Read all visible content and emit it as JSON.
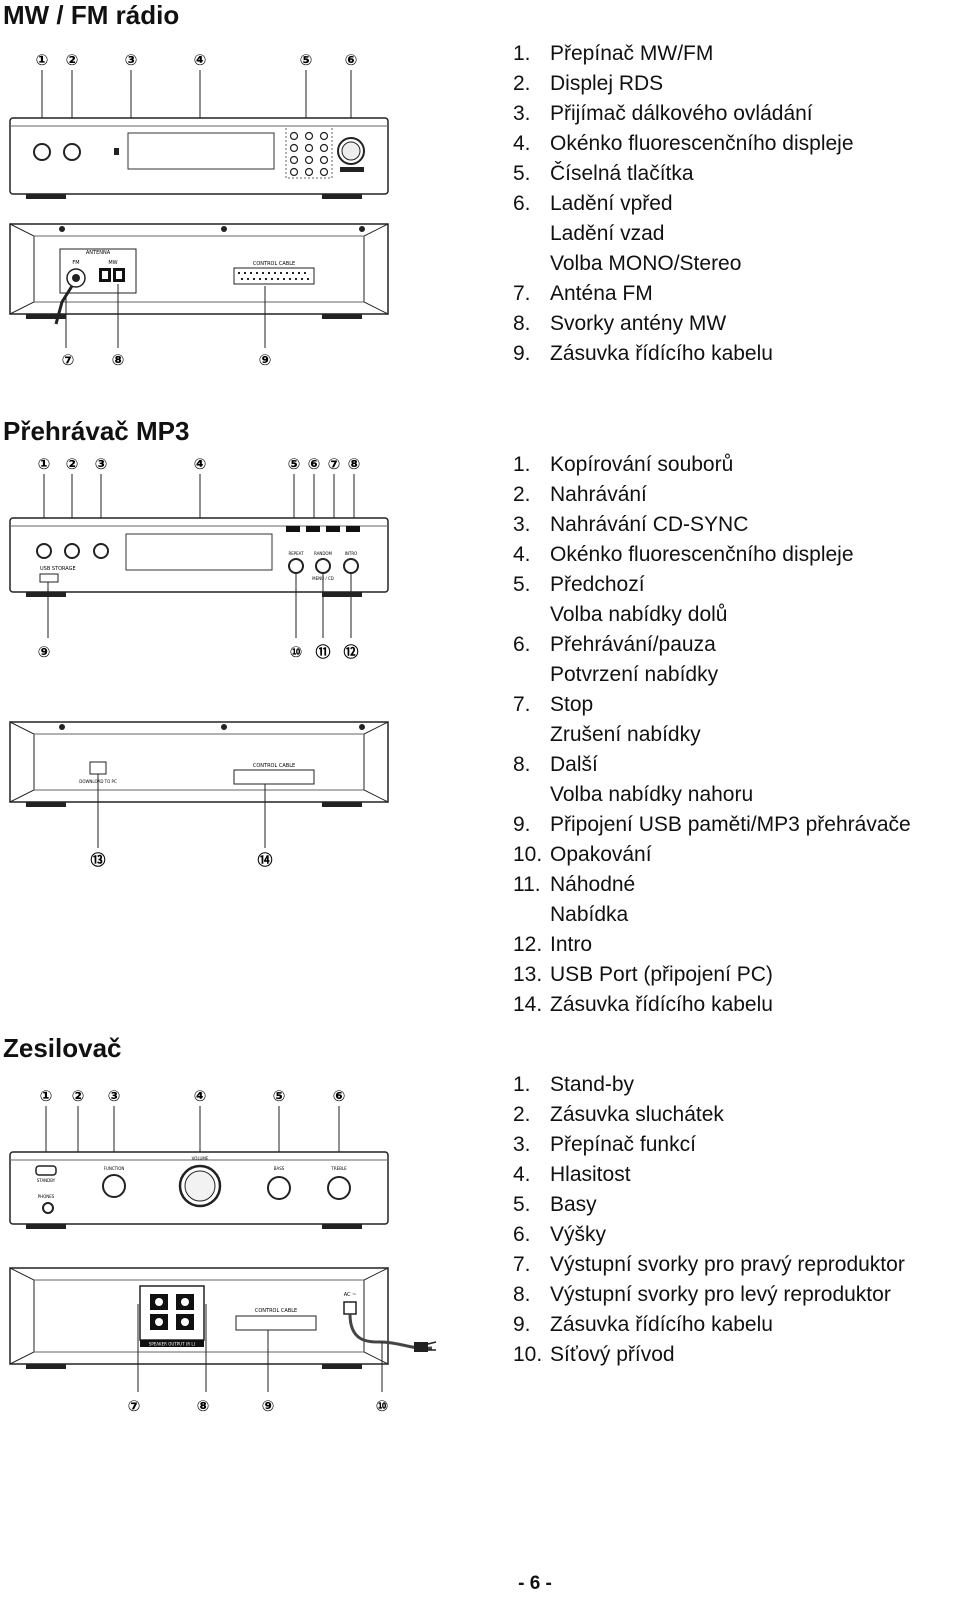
{
  "sections": [
    {
      "title": "MW / FM rádio",
      "items": [
        {
          "n": "1.",
          "t": "Přepínač MW/FM"
        },
        {
          "n": "2.",
          "t": "Displej RDS"
        },
        {
          "n": "3.",
          "t": "Přijímač dálkového ovládání"
        },
        {
          "n": "4.",
          "t": "Okénko fluorescenčního displeje"
        },
        {
          "n": "5.",
          "t": "Číselná tlačítka"
        },
        {
          "n": "6.",
          "t": "Ladění vpřed"
        },
        {
          "n": "",
          "t": "Ladění vzad"
        },
        {
          "n": "",
          "t": "Volba MONO/Stereo"
        },
        {
          "n": "7.",
          "t": "Anténa FM"
        },
        {
          "n": "8.",
          "t": "Svorky antény MW"
        },
        {
          "n": "9.",
          "t": "Zásuvka řídícího kabelu"
        }
      ]
    },
    {
      "title": "Přehrávač MP3",
      "items": [
        {
          "n": "1.",
          "t": "Kopírování souborů"
        },
        {
          "n": "2.",
          "t": "Nahrávání"
        },
        {
          "n": "3.",
          "t": "Nahrávání CD-SYNC"
        },
        {
          "n": "4.",
          "t": "Okénko fluorescenčního displeje"
        },
        {
          "n": "5.",
          "t": "Předchozí"
        },
        {
          "n": "",
          "t": "Volba nabídky dolů"
        },
        {
          "n": "6.",
          "t": "Přehrávání/pauza"
        },
        {
          "n": "",
          "t": "Potvrzení nabídky"
        },
        {
          "n": "7.",
          "t": "Stop"
        },
        {
          "n": "",
          "t": "Zrušení nabídky"
        },
        {
          "n": "8.",
          "t": "Další"
        },
        {
          "n": "",
          "t": "Volba nabídky nahoru"
        },
        {
          "n": "9.",
          "t": "Připojení USB paměti/MP3 přehrávače"
        },
        {
          "n": "10.",
          "t": "Opakování"
        },
        {
          "n": "11.",
          "t": "Náhodné"
        },
        {
          "n": "",
          "t": "Nabídka"
        },
        {
          "n": "12.",
          "t": "Intro"
        },
        {
          "n": "13.",
          "t": "USB Port (připojení PC)"
        },
        {
          "n": "14.",
          "t": "Zásuvka řídícího kabelu"
        }
      ]
    },
    {
      "title": "Zesilovač",
      "items": [
        {
          "n": "1.",
          "t": "Stand-by"
        },
        {
          "n": "2.",
          "t": "Zásuvka sluchátek"
        },
        {
          "n": "3.",
          "t": "Přepínač funkcí"
        },
        {
          "n": "4.",
          "t": "Hlasitost"
        },
        {
          "n": "5.",
          "t": "Basy"
        },
        {
          "n": "6.",
          "t": "Výšky"
        },
        {
          "n": "7.",
          "t": "Výstupní svorky pro pravý reproduktor"
        },
        {
          "n": "8.",
          "t": "Výstupní svorky pro levý reproduktor"
        },
        {
          "n": "9.",
          "t": "Zásuvka řídícího kabelu"
        },
        {
          "n": "10.",
          "t": "Síťový přívod"
        }
      ]
    }
  ],
  "callouts": {
    "radio_top": [
      "①",
      "②",
      "③",
      "④",
      "⑤",
      "⑥"
    ],
    "radio_bottom": [
      "⑦",
      "⑧",
      "⑨"
    ],
    "mp3_top": [
      "①",
      "②",
      "③",
      "④",
      "⑤",
      "⑥",
      "⑦",
      "⑧"
    ],
    "mp3_mid": [
      "⑨",
      "⑩",
      "⑪",
      "⑫"
    ],
    "mp3_bottom": [
      "⑬",
      "⑭"
    ],
    "amp_top": [
      "①",
      "②",
      "③",
      "④",
      "⑤",
      "⑥"
    ],
    "amp_bottom": [
      "⑦",
      "⑧",
      "⑨",
      "⑩"
    ]
  },
  "device_labels": {
    "control_cable": "CONTROL CABLE",
    "antenna": "ANTENNA",
    "fm": "FM",
    "mw": "MW",
    "usb_storage": "USB STORAGE",
    "download_to_pc": "DOWNLOAD TO PC",
    "repeat": "REPEAT",
    "random": "RANDOM",
    "intro": "INTRO",
    "menu_cd": "MENU / CD",
    "standby": "STANDBY",
    "phones": "PHONES",
    "function": "FUNCTION",
    "volume": "VOLUME",
    "bass": "BASS",
    "treble": "TREBLE",
    "speaker_output": "SPEAKER OUTPUT (R L)",
    "ac": "AC ~"
  },
  "page_number": "- 6 -"
}
